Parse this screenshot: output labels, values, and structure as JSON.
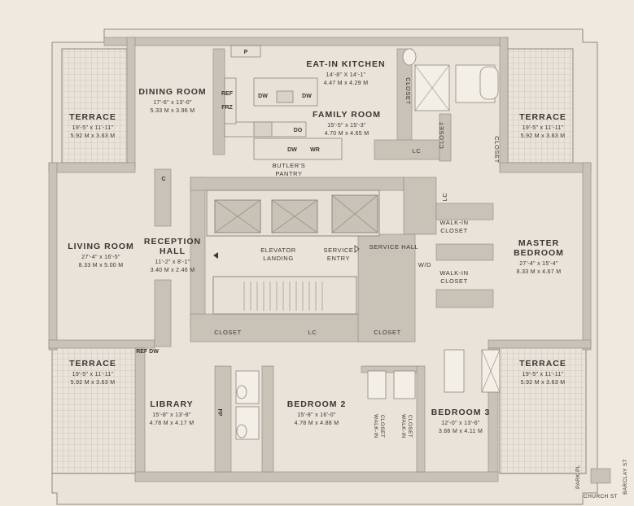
{
  "colors": {
    "background": "#efe9df",
    "wall": "#c8c2b7",
    "floor": "#e7e1d7",
    "line": "#8d877d",
    "text": "#3a3632"
  },
  "rooms": {
    "kitchen": {
      "name": "EAT-IN KITCHEN",
      "dim1": "14'-8\" X 14'-1\"",
      "dim2": "4.47 M x 4.29 M"
    },
    "dining": {
      "name": "DINING ROOM",
      "dim1": "17'-6\" x 13'-0\"",
      "dim2": "5.33 M x 3.96 M"
    },
    "family": {
      "name": "FAMILY ROOM",
      "dim1": "15'-5\" x 15'-3\"",
      "dim2": "4.70 M x 4.65 M"
    },
    "terrace_nw": {
      "name": "TERRACE",
      "dim1": "19'-5\" x 11'-11\"",
      "dim2": "5.92 M x 3.63 M"
    },
    "terrace_ne": {
      "name": "TERRACE",
      "dim1": "19'-5\" x 11'-11\"",
      "dim2": "5.92 M x 3.63 M"
    },
    "terrace_sw": {
      "name": "TERRACE",
      "dim1": "19'-5\" x 11'-11\"",
      "dim2": "5.92 M x 3.63 M"
    },
    "terrace_se": {
      "name": "TERRACE",
      "dim1": "19'-5\" x 11'-11\"",
      "dim2": "5.92 M x 3.63 M"
    },
    "living": {
      "name": "LIVING ROOM",
      "dim1": "27'-4\" x 16'-5\"",
      "dim2": "8.33 M x 5.00 M"
    },
    "reception": {
      "name1": "RECEPTION",
      "name2": "HALL",
      "dim1": "11'-2\" x 8'-1\"",
      "dim2": "3.40 M x 2.46 M"
    },
    "master": {
      "name1": "MASTER",
      "name2": "BEDROOM",
      "dim1": "27'-4\" x 15'-4\"",
      "dim2": "8.33 M x 4.67 M"
    },
    "library": {
      "name": "LIBRARY",
      "dim1": "15'-8\" x 13'-8\"",
      "dim2": "4.78 M x 4.17 M"
    },
    "bed2": {
      "name": "BEDROOM 2",
      "dim1": "15'-8\" x 16'-0\"",
      "dim2": "4.78 M x 4.88 M"
    },
    "bed3": {
      "name": "BEDROOM 3",
      "dim1": "12'-0\" x 13'-6\"",
      "dim2": "3.66 M x 4.11 M"
    }
  },
  "labels": {
    "elevator_1": "ELEVATOR",
    "elevator_2": "LANDING",
    "service_1": "SERVICE",
    "service_2": "ENTRY",
    "service_hall": "SERVICE HALL",
    "butler_1": "BUTLER'S",
    "butler_2": "PANTRY",
    "walkin_1": "WALK-IN",
    "walkin_2": "CLOSET",
    "closet": "CLOSET",
    "lc": "LC",
    "wd": "W/D"
  },
  "fixtures": {
    "p": "P",
    "ref": "REF",
    "frz": "FRZ",
    "dw": "DW",
    "do": "DO",
    "wr": "WR",
    "c": "C",
    "fp": "FP",
    "refdw": "REF DW"
  },
  "compass": {
    "park": "PARK PL",
    "barclay": "BARCLAY ST",
    "church": "CHURCH ST"
  }
}
